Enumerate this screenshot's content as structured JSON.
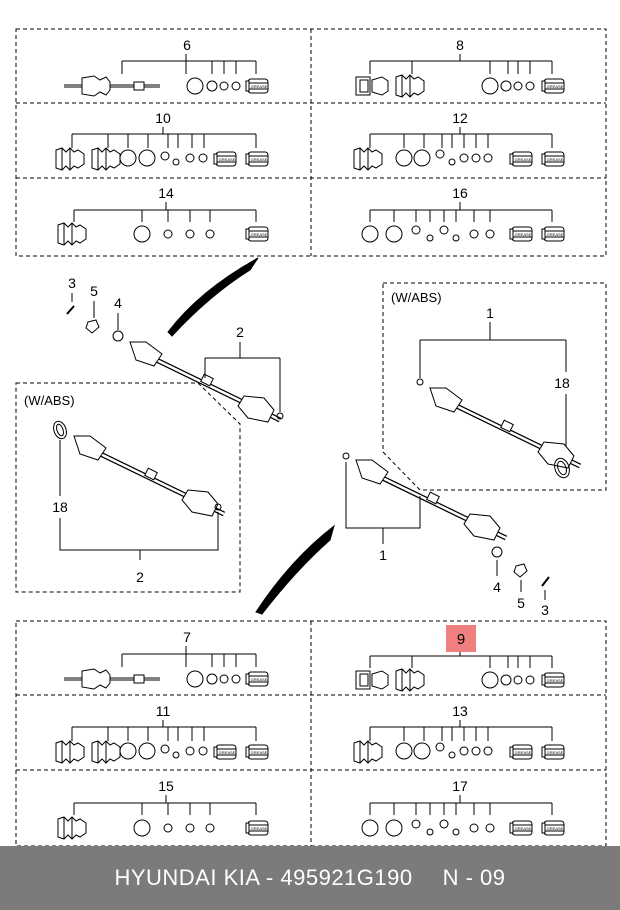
{
  "colors": {
    "highlight": "#f08080",
    "footer_bg": "#7b7b7b",
    "footer_text": "#ffffff"
  },
  "kits": {
    "k6": "6",
    "k8": "8",
    "k10": "10",
    "k12": "12",
    "k14": "14",
    "k16": "16",
    "k7": "7",
    "k9": "9",
    "k11": "11",
    "k13": "13",
    "k15": "15",
    "k17": "17"
  },
  "labels": {
    "grease": "GREASE",
    "wabs": "(W/ABS)",
    "n1": "1",
    "n2": "2",
    "n3": "3",
    "n4": "4",
    "n5": "5",
    "n18": "18"
  },
  "highlighted_part": "9",
  "footer": {
    "brand": "HYUNDAI  KIA - 495921G190",
    "page": "N - 09"
  }
}
